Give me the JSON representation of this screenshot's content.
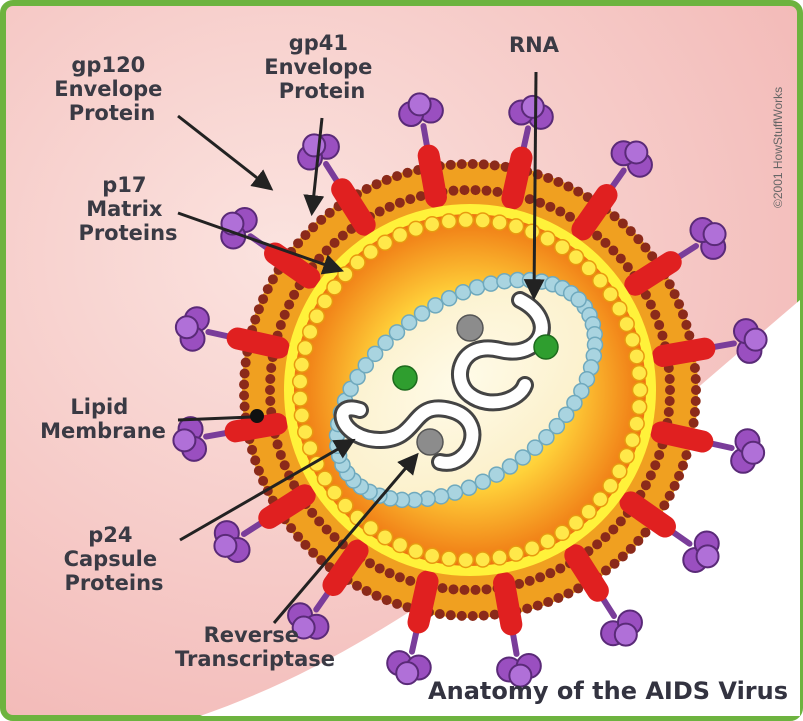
{
  "title": "Anatomy of the AIDS Virus",
  "credit": "©2001 HowStuffWorks",
  "labels": {
    "gp120": [
      "gp120",
      "Envelope",
      "Protein"
    ],
    "gp41": [
      "gp41",
      "Envelope",
      "Protein"
    ],
    "rna": [
      "RNA"
    ],
    "p17": [
      "p17",
      "Matrix",
      "Proteins"
    ],
    "lipid": [
      "Lipid",
      "Membrane"
    ],
    "p24": [
      "p24",
      "Capsule",
      "Proteins"
    ],
    "rt": [
      "Reverse",
      "Transcriptase"
    ]
  },
  "colors": {
    "border": "#6db33f",
    "background_pink": "#f4c4c4",
    "lipid_bead": "#8b2a1a",
    "envelope_orange": "#f0a020",
    "matrix_yellow": "#fff23a",
    "core_orange": "#f07a10",
    "capsid_bead": "#a9d4e0",
    "rna": "#ffffff",
    "knob_purple": "#9a4fc0",
    "stem_red": "#e02020",
    "enzyme_grey": "#8c8c8c",
    "enzyme_green": "#2f9e2f"
  }
}
